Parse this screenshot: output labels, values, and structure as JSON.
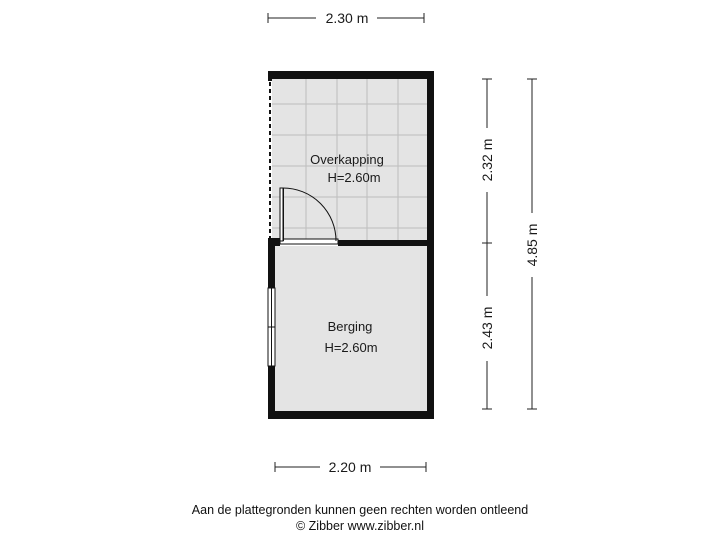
{
  "dimensions": {
    "top_width": "2.30 m",
    "bottom_width": "2.20 m",
    "upper_height": "2.32 m",
    "lower_height": "2.43 m",
    "total_height": "4.85 m"
  },
  "rooms": [
    {
      "name": "Overkapping",
      "height": "H=2.60m"
    },
    {
      "name": "Berging",
      "height": "H=2.60m"
    }
  ],
  "footer": {
    "disclaimer": "Aan de plattegronden kunnen geen rechten worden ontleend",
    "copyright": "© Zibber www.zibber.nl"
  },
  "colors": {
    "wall": "#111111",
    "room_fill": "#e4e4e4",
    "tile_line": "#bdbdbd",
    "dimension_line": "#222222"
  }
}
